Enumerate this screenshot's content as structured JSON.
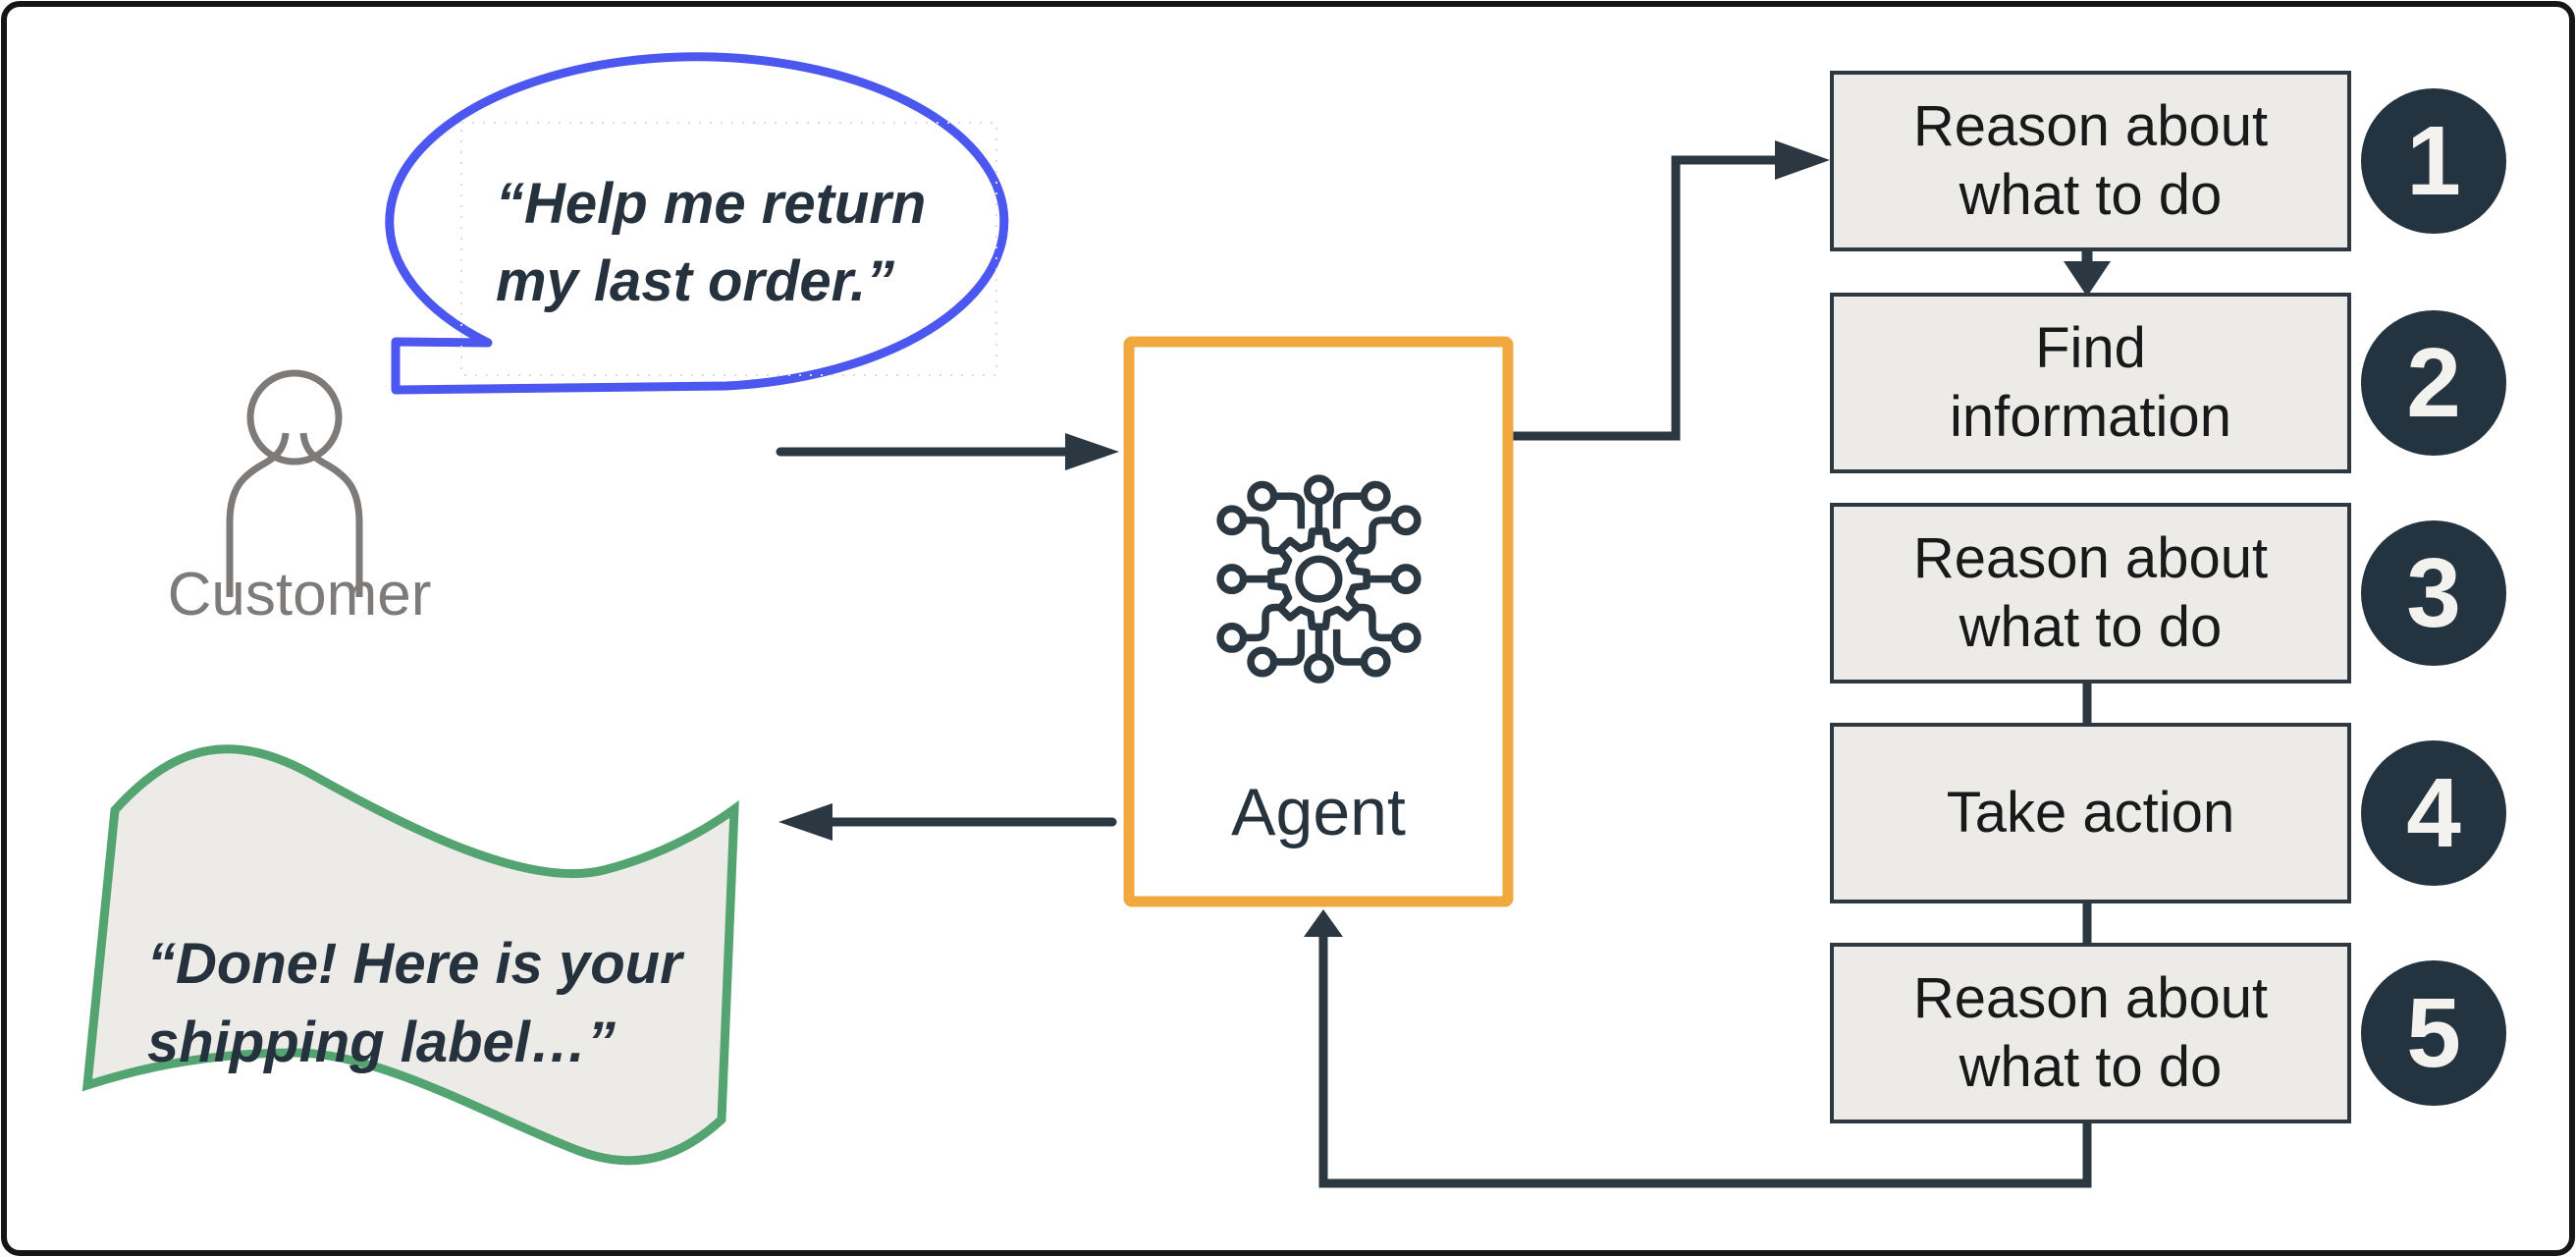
{
  "bubble": {
    "line1": "“Help me return",
    "line2": "my last order.”"
  },
  "customer": {
    "label": "Customer"
  },
  "agent": {
    "label": "Agent"
  },
  "banner": {
    "line1": "“Done! Here is your",
    "line2": "shipping label…”"
  },
  "steps": [
    {
      "number": "1",
      "line1": "Reason about",
      "line2": "what to do"
    },
    {
      "number": "2",
      "line1": "Find",
      "line2": "information"
    },
    {
      "number": "3",
      "line1": "Reason about",
      "line2": "what to do"
    },
    {
      "number": "4",
      "line1": "Take action",
      "line2": ""
    },
    {
      "number": "5",
      "line1": "Reason about",
      "line2": "what to do"
    }
  ],
  "colors": {
    "accent_orange": "#F1A83E",
    "accent_blue": "#4B57EE",
    "accent_green": "#54A471",
    "ink": "#2B3842",
    "circle_fill": "#233440",
    "panel_fill": "#ECEBE7",
    "customer_gray": "#7D7A78",
    "number_text": "#F4F2EE",
    "label_ink": "#25323D"
  }
}
